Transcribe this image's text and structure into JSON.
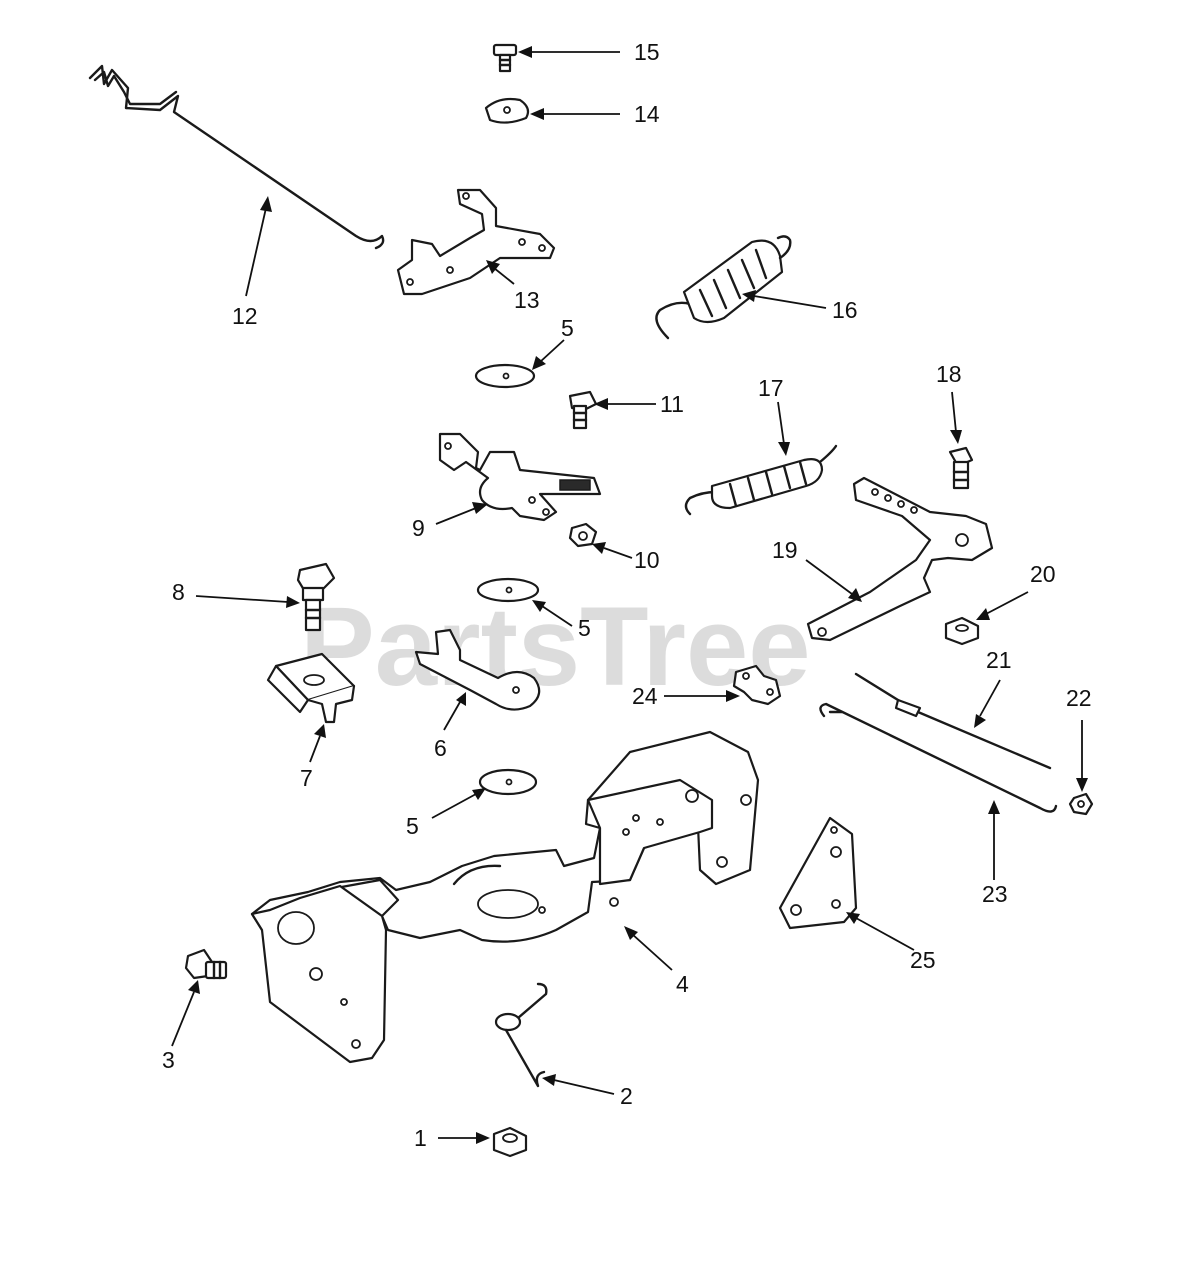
{
  "watermark": "PartsTree",
  "callouts": [
    {
      "label": "1",
      "part": "hex-nut"
    },
    {
      "label": "2",
      "part": "wire-spring-clip"
    },
    {
      "label": "3",
      "part": "shoulder-bolt"
    },
    {
      "label": "4",
      "part": "control-bracket"
    },
    {
      "label": "5",
      "part": "flat-washer"
    },
    {
      "label": "6",
      "part": "choke-lever"
    },
    {
      "label": "7",
      "part": "cable-clamp"
    },
    {
      "label": "8",
      "part": "pivot-stud"
    },
    {
      "label": "9",
      "part": "throttle-lever"
    },
    {
      "label": "10",
      "part": "lock-nut"
    },
    {
      "label": "11",
      "part": "screw"
    },
    {
      "label": "12",
      "part": "choke-link-rod"
    },
    {
      "label": "13",
      "part": "control-plate"
    },
    {
      "label": "14",
      "part": "washer"
    },
    {
      "label": "15",
      "part": "screw"
    },
    {
      "label": "16",
      "part": "extension-spring"
    },
    {
      "label": "17",
      "part": "governor-spring"
    },
    {
      "label": "18",
      "part": "bolt"
    },
    {
      "label": "19",
      "part": "governor-lever"
    },
    {
      "label": "20",
      "part": "hex-nut"
    },
    {
      "label": "21",
      "part": "governor-spring-link"
    },
    {
      "label": "22",
      "part": "nut"
    },
    {
      "label": "23",
      "part": "throttle-link-rod"
    },
    {
      "label": "24",
      "part": "clamp"
    },
    {
      "label": "25",
      "part": "mounting-bracket"
    }
  ]
}
